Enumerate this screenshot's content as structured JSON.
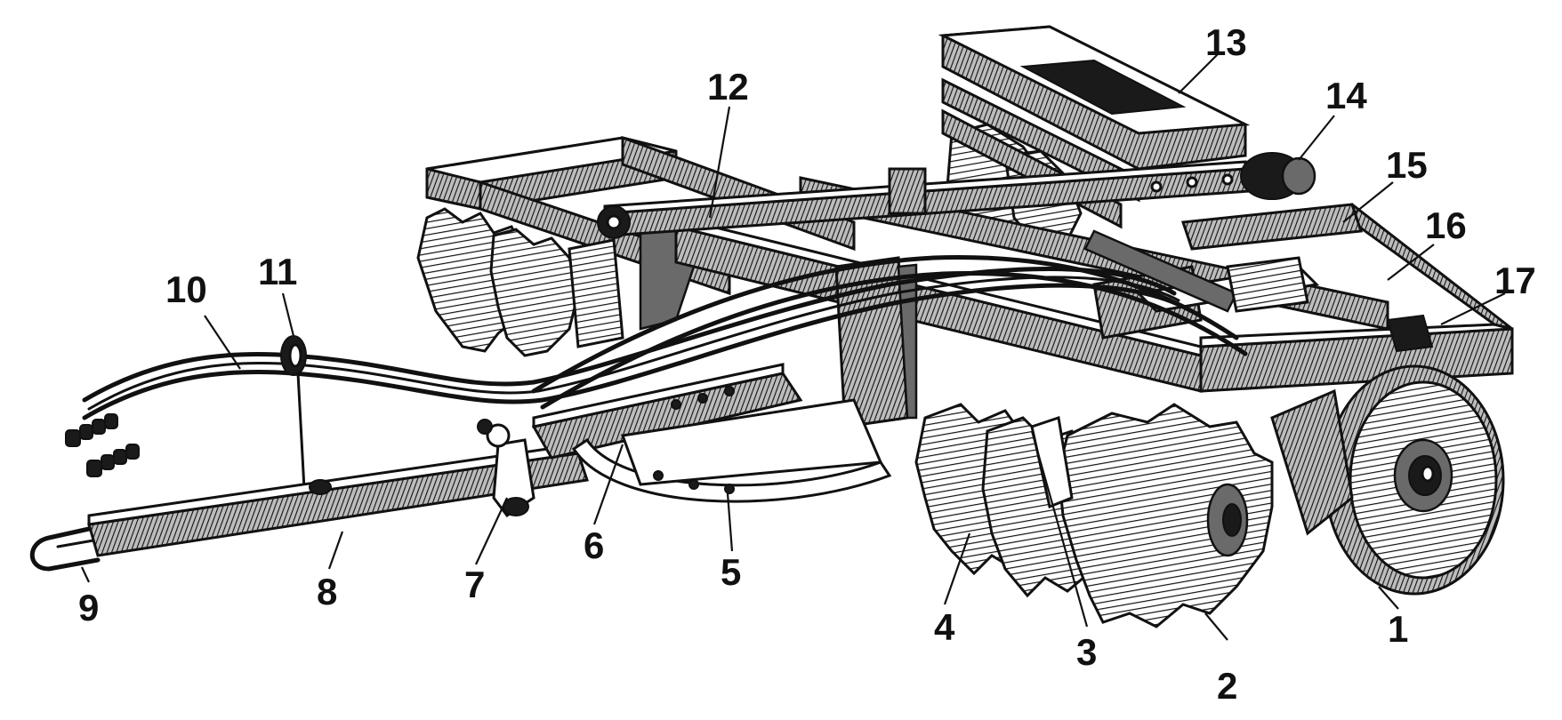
{
  "labels": [
    {
      "id": "1",
      "text": "1"
    },
    {
      "id": "2",
      "text": "2"
    },
    {
      "id": "3",
      "text": "3"
    },
    {
      "id": "4",
      "text": "4"
    },
    {
      "id": "5",
      "text": "5"
    },
    {
      "id": "6",
      "text": "6"
    },
    {
      "id": "7",
      "text": "7"
    },
    {
      "id": "8",
      "text": "8"
    },
    {
      "id": "9",
      "text": "9"
    },
    {
      "id": "10",
      "text": "10"
    },
    {
      "id": "11",
      "text": "11"
    },
    {
      "id": "12",
      "text": "12"
    },
    {
      "id": "13",
      "text": "13"
    },
    {
      "id": "14",
      "text": "14"
    },
    {
      "id": "15",
      "text": "15"
    },
    {
      "id": "16",
      "text": "16"
    },
    {
      "id": "17",
      "text": "17"
    }
  ],
  "colors": {
    "ink": "#111111",
    "paper": "#ffffff"
  }
}
